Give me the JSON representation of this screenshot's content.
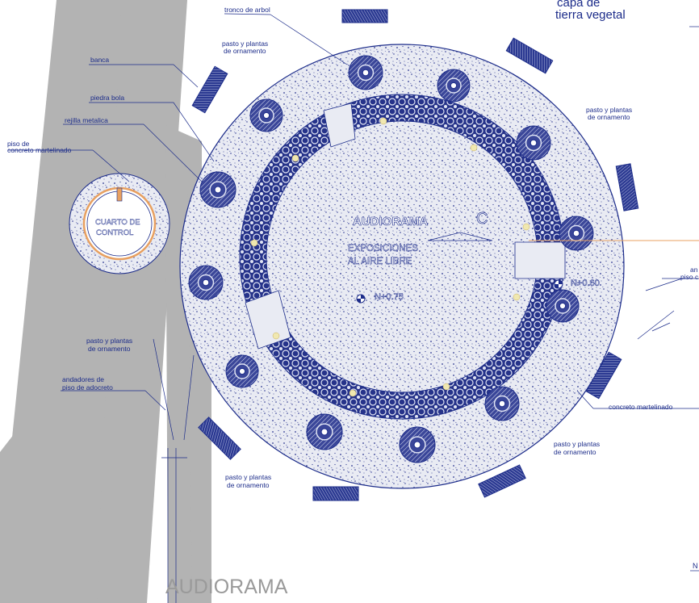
{
  "plan": {
    "title": "AUDIORAMA",
    "center_title": "AUDIORAMA",
    "center_subtitle_1": "EXPOSICIONES",
    "center_subtitle_2": "AL AIRE LIBRE",
    "center_level": "N+0.75",
    "right_level": "N+0.60",
    "control_room_1": "CUARTO DE",
    "control_room_2": "CONTROL",
    "axis_letter": "C",
    "top_right_1": "capa de",
    "top_right_2": "tierra vegetal",
    "right_cut_1": "an",
    "right_cut_2": "piso c",
    "bottom_right_cut": "N"
  },
  "labels": {
    "tronco": "tronco de arbol",
    "pasto": "pasto y plantas",
    "ornamento": "de ornamento",
    "banca": "banca",
    "piedra": "piedra bola",
    "rejilla": "rejilla metalica",
    "piso_de": "piso de",
    "concreto_mart": "concreto martelinado",
    "andadores": "andadores de",
    "adocreto": "piso de adocreto",
    "concreto_right": "concreto martelinado"
  },
  "colors": {
    "ink": "#1c2c8a",
    "shadow": "#b3b3b3",
    "accent": "#e8a060",
    "dot": "#f0e8b0"
  }
}
